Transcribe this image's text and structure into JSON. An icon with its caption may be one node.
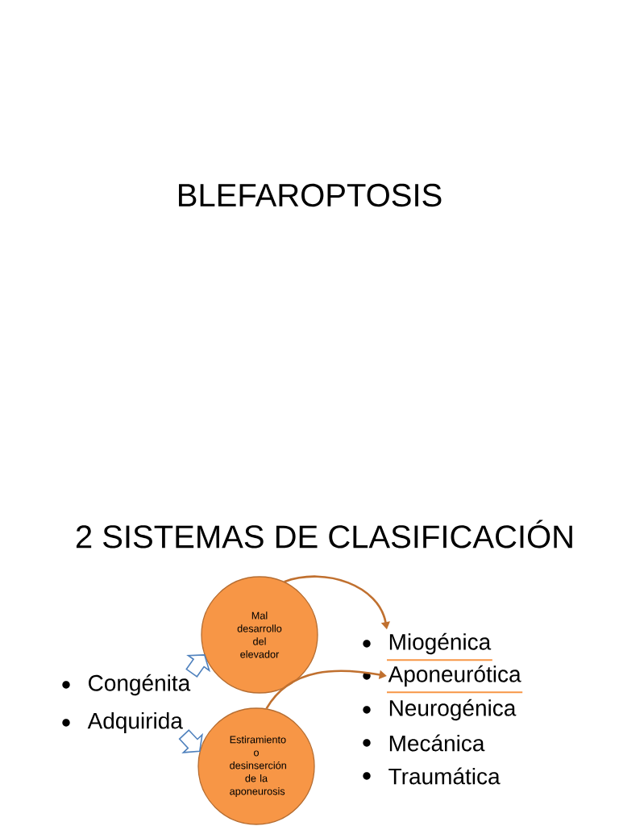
{
  "diagram": {
    "title": "BLEFAROPTOSIS",
    "nodes": [
      {
        "text": [
          "Congénita"
        ]
      },
      {
        "text": [
          "Adquirida"
        ]
      },
      {
        "text": [
          "Mal desarrollo del elevador"
        ]
      },
      {
        "text": [
          "Estiramiento o desinserción de la aponeurosis"
        ]
      },
      {
        "text": [
          "Miogénica"
        ]
      },
      {
        "text": [
          "Aponeurótica"
        ]
      }
    ],
    "edges": [
      {
        "from": 0,
        "to": 2,
        "arrow": "to",
        "style": "thick",
        "color": "#4f81bd"
      },
      {
        "from": 1,
        "to": 3,
        "arrow": "to",
        "style": "thick",
        "color": "#4f81bd"
      },
      {
        "from": 2,
        "to": 4,
        "arrow": "to",
        "color": "#c0702f"
      },
      {
        "from": 3,
        "to": 5,
        "arrow": "to",
        "color": "#c0702f"
      }
    ],
    "labels": [
      "2 SISTEMAS DE CLASIFICACIÓN",
      "Neurogénica",
      "Mecánica",
      "Traumática"
    ]
  }
}
